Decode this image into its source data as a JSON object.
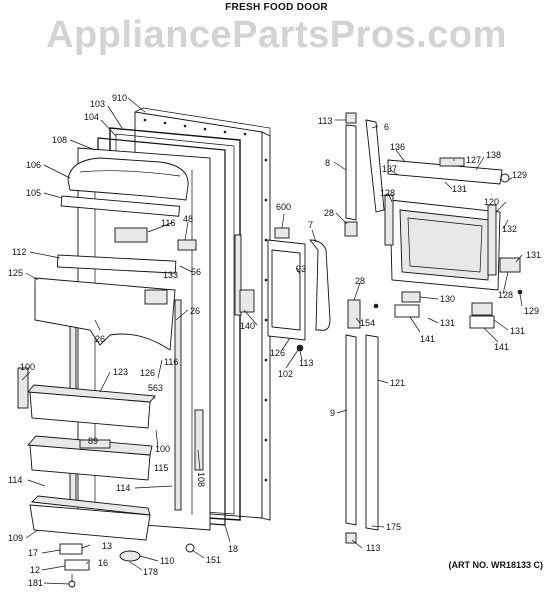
{
  "header": {
    "title": "FRESH FOOD DOOR"
  },
  "watermark": "AppliancePartsPros.com",
  "art_no": "(ART NO. WR18133 C)",
  "labels": [
    "910",
    "103",
    "104",
    "108",
    "106",
    "105",
    "116",
    "48",
    "112",
    "125",
    "133",
    "56",
    "26",
    "26",
    "126",
    "116",
    "563",
    "123",
    "100",
    "100",
    "89",
    "115",
    "114",
    "114",
    "108",
    "109",
    "13",
    "17",
    "16",
    "110",
    "12",
    "178",
    "181",
    "151",
    "18",
    "600",
    "7",
    "93",
    "140",
    "126",
    "113",
    "102",
    "113",
    "8",
    "6",
    "28",
    "28",
    "154",
    "9",
    "121",
    "175",
    "113",
    "136",
    "127",
    "138",
    "137",
    "131",
    "128",
    "120",
    "129",
    "132",
    "131",
    "128",
    "129",
    "130",
    "131",
    "131",
    "141",
    "141"
  ]
}
